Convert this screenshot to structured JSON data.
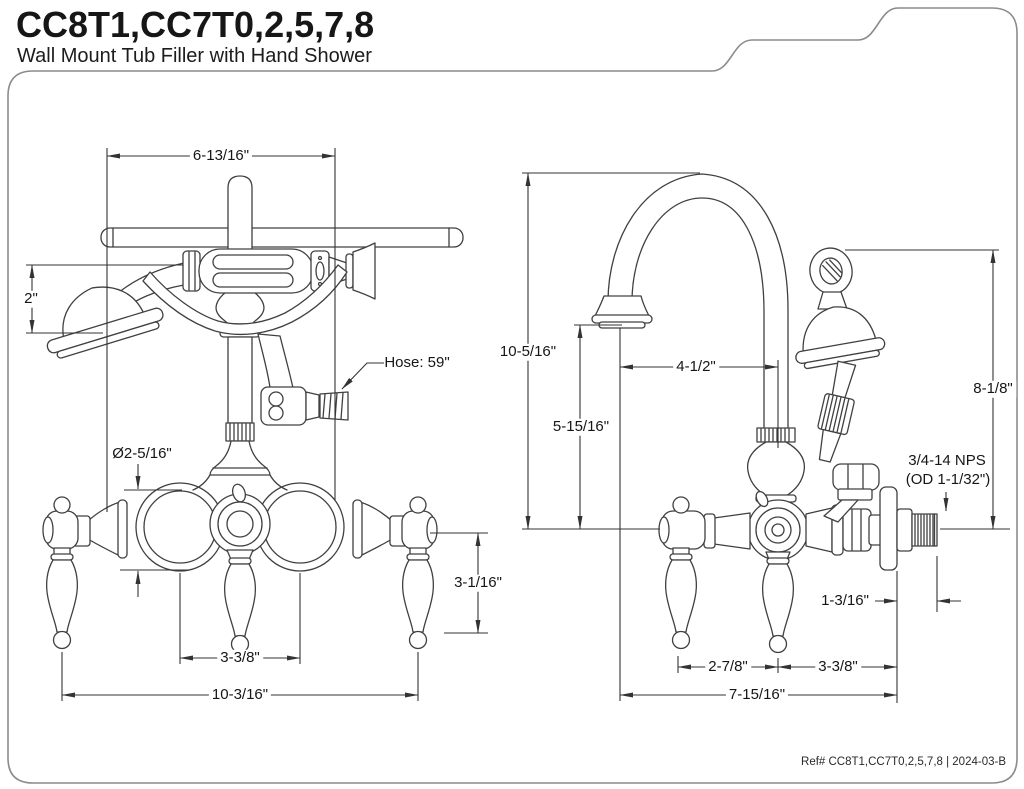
{
  "header": {
    "title": "CC8T1,CC7T0,2,5,7,8",
    "subtitle": "Wall Mount Tub Filler with Hand Shower"
  },
  "footer": {
    "reference": "Ref# CC8T1,CC7T0,2,5,7,8 | 2024-03-B"
  },
  "front_view": {
    "spout_width": "6-13/16\"",
    "shower_head_height": "2\"",
    "hose_length": "Hose: 59\"",
    "body_diameter": "Ø2-5/16\"",
    "handle_height": "3-1/16\"",
    "valve_spacing": "3-3/8\"",
    "overall_width": "10-3/16\""
  },
  "side_view": {
    "overall_height": "10-5/16\"",
    "spout_outlet_height": "5-15/16\"",
    "spout_reach": "4-1/2\"",
    "hand_shower_height": "8-1/8\"",
    "thread_spec_line1": "3/4-14 NPS",
    "thread_spec_line2": "(OD 1-1/32\")",
    "nipple_length": "1-3/16\"",
    "handle_spacing": "2-7/8\"",
    "valve_to_wall": "3-3/8\"",
    "overall_depth": "7-15/16\""
  }
}
